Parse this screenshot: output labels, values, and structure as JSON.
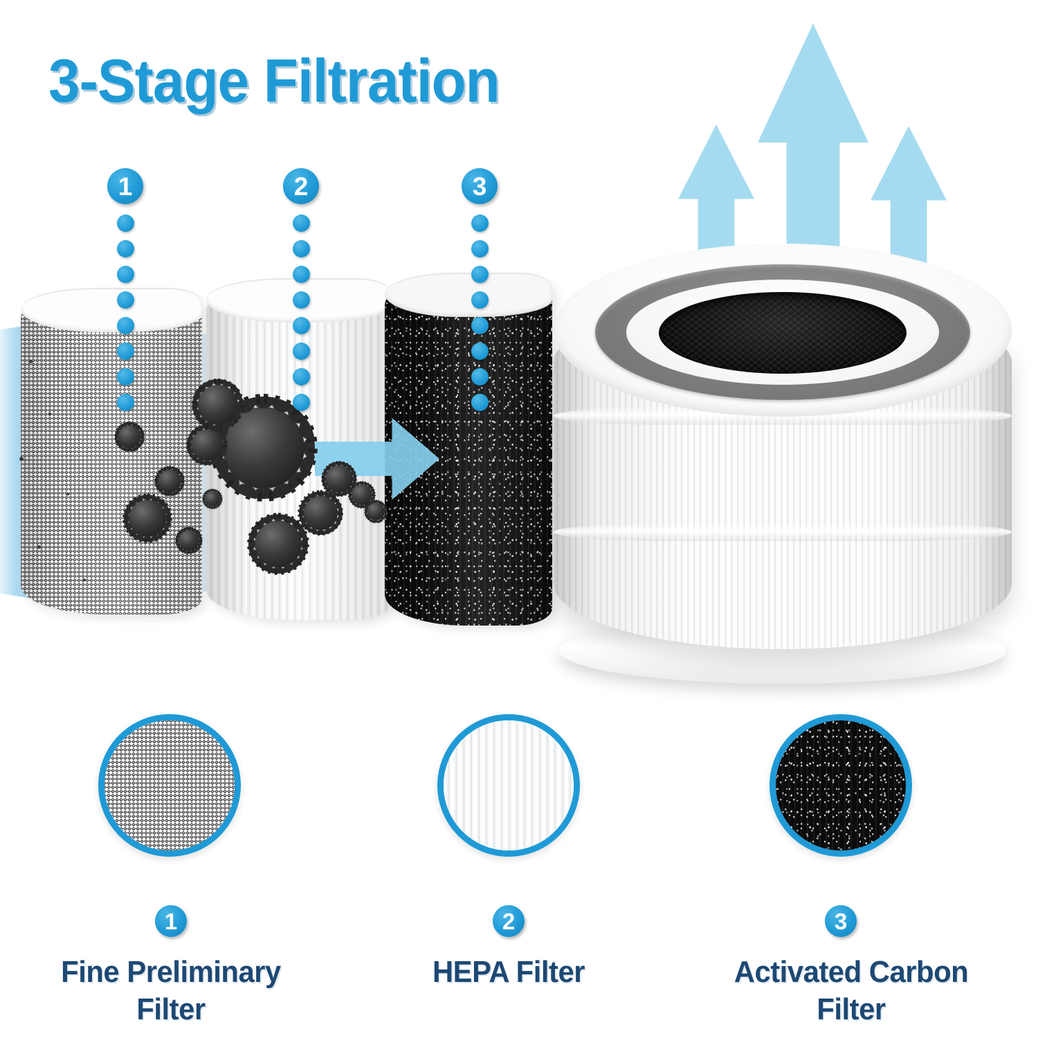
{
  "title": "3-Stage Filtration",
  "accent_colors": {
    "brand_blue": "#1f9ad6",
    "airflow_blue": "#a8d8ef",
    "arrow_blue": "#8fd2ec",
    "label_navy": "#1d4873",
    "carbon_black": "#0b0b0b",
    "foam_gray": "#7e7e7e"
  },
  "stages": [
    {
      "number": "1",
      "label_line1": "Fine Preliminary",
      "label_line2": "Filter",
      "swatch_texture": "fine-mesh-screen"
    },
    {
      "number": "2",
      "label_line1": "HEPA Filter",
      "label_line2": "",
      "swatch_texture": "white-pleated-media"
    },
    {
      "number": "3",
      "label_line1": "Activated Carbon",
      "label_line2": "Filter",
      "swatch_texture": "black-carbon-granules"
    }
  ],
  "diagram": {
    "airflow_direction_icon": "right-arrow-icon",
    "clean_air_icons": [
      "up-arrow-icon",
      "up-arrow-icon",
      "up-arrow-icon"
    ],
    "product_icon": "cylindrical-filter-cartridge"
  }
}
